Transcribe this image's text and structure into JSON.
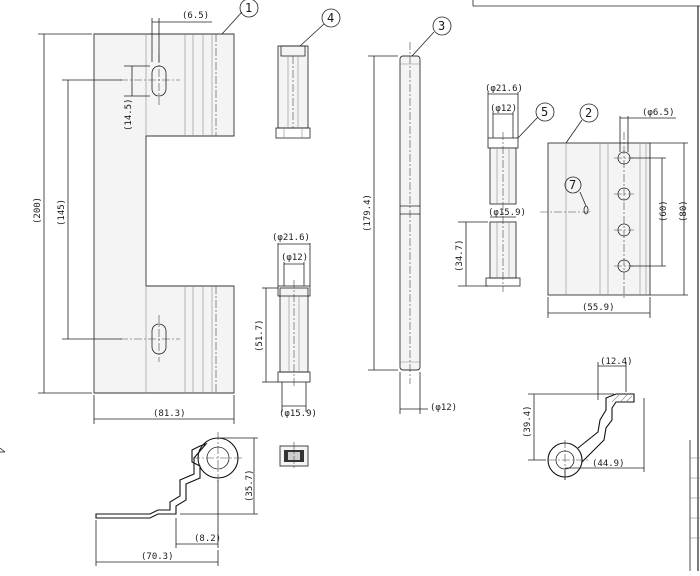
{
  "dims": {
    "d1_6_5": "(6.5)",
    "d1_14_5": "(14.5)",
    "d1_200": "(200)",
    "d1_145": "(145)",
    "d1_81_3": "(81.3)",
    "d4_21_6": "(φ21.6)",
    "d4_12": "(φ12)",
    "d4_51_7": "(51.7)",
    "d4_15_9": "(φ15.9)",
    "d3_179_4": "(179.4)",
    "d3_12": "(φ12)",
    "d5_21_6": "(φ21.6)",
    "d5_12": "(φ12)",
    "d5_15_9": "(φ15.9)",
    "d5_34_7": "(34.7)",
    "d2_6_5": "(φ6.5)",
    "d2_60": "(60)",
    "d2_80": "(80)",
    "d2_55_9": "(55.9)",
    "d_35_7": "(35.7)",
    "d_8_2": "(8.2)",
    "d_70_3": "(70.3)",
    "d_12_4": "(12.4)",
    "d_39_4": "(39.4)",
    "d_44_9": "(44.9)"
  },
  "balloons": {
    "b1": "1",
    "b2": "2",
    "b3": "3",
    "b4": "4",
    "b5": "5",
    "b7": "7"
  }
}
